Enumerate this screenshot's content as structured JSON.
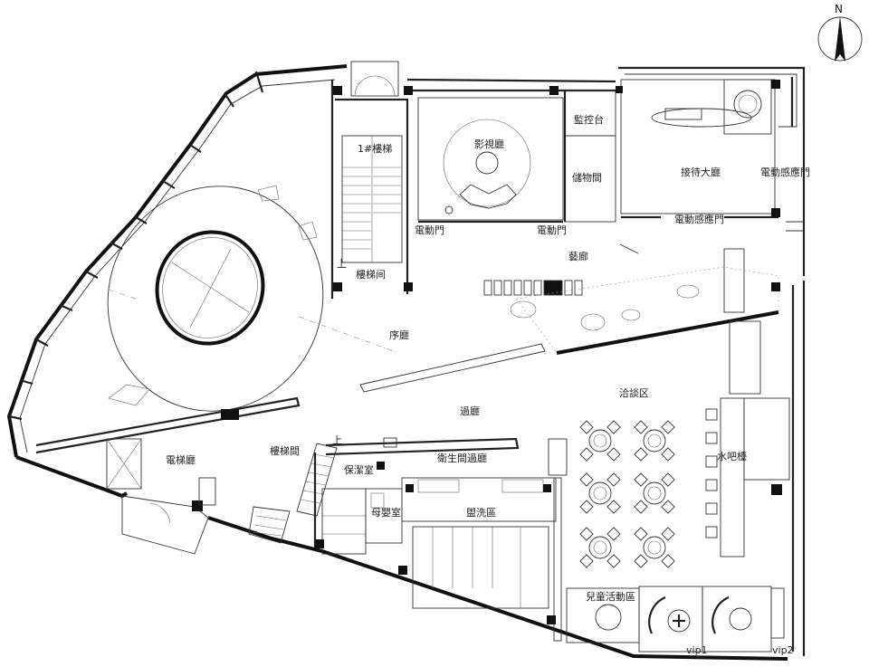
{
  "compass": {
    "label": "N"
  },
  "rooms": {
    "stair1": "1#樓梯",
    "stair_room": "樓梯间",
    "cinema": "影視廳",
    "monitor": "監控台",
    "storage": "儲物間",
    "reception": "接待大廳",
    "auto_door_right": "電動感應門",
    "auto_door_bottom": "電動感應門",
    "elec_door_left": "電動門",
    "elec_door_right": "電動門",
    "gallery": "藝廊",
    "foyer": "序廳",
    "negotiation": "洽談区",
    "corridor": "過廳",
    "elevator_hall": "電梯廳",
    "stairwell": "樓梯間",
    "cleaning": "保潔室",
    "toilet_corridor": "衛生間過廳",
    "wash": "盥洗區",
    "mother": "母嬰室",
    "bar": "水吧檯",
    "kids": "兒童活動區",
    "vip1": "vip1",
    "vip2": "vip2",
    "up_mark_1": "上",
    "up_mark_2": "上"
  }
}
